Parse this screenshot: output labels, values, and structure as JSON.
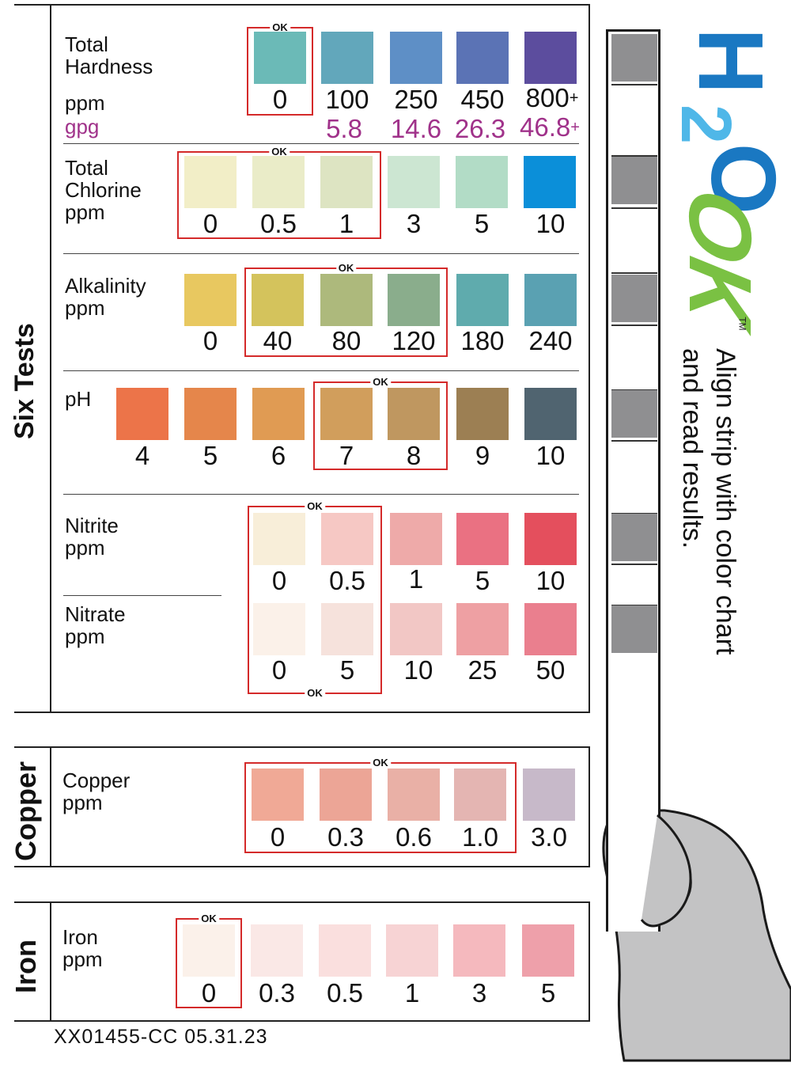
{
  "sections": {
    "six_tests": "Six Tests",
    "copper": "Copper",
    "iron": "Iron"
  },
  "ok_label": "OK",
  "tests": {
    "hardness": {
      "name": "Total\nHardness",
      "unit": "ppm",
      "unit2": "gpg",
      "swatches": [
        "#6bbab7",
        "#62a7bb",
        "#5e8fc6",
        "#5b73b5",
        "#5c4d9e"
      ],
      "values": [
        "0",
        "100",
        "250",
        "450",
        "800+"
      ],
      "values2": [
        "",
        "5.8",
        "14.6",
        "26.3",
        "46.8+"
      ]
    },
    "chlorine": {
      "name": "Total\nChlorine\nppm",
      "swatches": [
        "#f2eec7",
        "#eaecc8",
        "#dde4c2",
        "#cce6d2",
        "#b2dcc6",
        "#0b8fd9"
      ],
      "values": [
        "0",
        "0.5",
        "1",
        "3",
        "5",
        "10"
      ]
    },
    "alkalinity": {
      "name": "Alkalinity\nppm",
      "swatches": [
        "#e8c860",
        "#d4c35c",
        "#adb97c",
        "#8aad8c",
        "#5fabad",
        "#5aa1b2"
      ],
      "values": [
        "0",
        "40",
        "80",
        "120",
        "180",
        "240"
      ]
    },
    "ph": {
      "name": "pH",
      "swatches": [
        "#ec7449",
        "#e5864b",
        "#e09b53",
        "#d19e5c",
        "#bf9760",
        "#9c7f53",
        "#506470"
      ],
      "values": [
        "4",
        "5",
        "6",
        "7",
        "8",
        "9",
        "10"
      ]
    },
    "nitrite": {
      "name": "Nitrite\nppm",
      "swatches": [
        "#f8eed9",
        "#f6c8c4",
        "#eeaaa9",
        "#ea7182",
        "#e44f5d"
      ],
      "values": [
        "0",
        "0.5",
        "1",
        "5",
        "10"
      ]
    },
    "nitrate": {
      "name": "Nitrate\nppm",
      "swatches": [
        "#fbf1e9",
        "#f6e2dc",
        "#f2c7c5",
        "#eea0a3",
        "#ea7f8e"
      ],
      "values": [
        "0",
        "5",
        "10",
        "25",
        "50"
      ]
    },
    "copper": {
      "name": "Copper\nppm",
      "swatches": [
        "#f0a996",
        "#eca596",
        "#e9b0a6",
        "#e4b5b2",
        "#c7b9c9"
      ],
      "values": [
        "0",
        "0.3",
        "0.6",
        "1.0",
        "3.0"
      ]
    },
    "iron": {
      "name": "Iron\nppm",
      "swatches": [
        "#fbf1ea",
        "#fae8e6",
        "#fadfde",
        "#f7d3d4",
        "#f5b9be",
        "#eea0aa"
      ],
      "values": [
        "0",
        "0.3",
        "0.5",
        "1",
        "3",
        "5"
      ]
    }
  },
  "brand": {
    "h": "H",
    "two": "2",
    "o": "O",
    "ok": "OK",
    "tm": "TM",
    "h_color": "#1a78c2",
    "two_color": "#4fb7e8",
    "ok_color": "#7ac143"
  },
  "instructions": "Align strip with color chart\nand read results.",
  "strip": {
    "pads": [
      "#8f8f91",
      "#ffffff",
      "#8f8f91",
      "#ffffff",
      "#8f8f91",
      "#ffffff",
      "#8f8f91",
      "#ffffff",
      "#8f8f91",
      "#ffffff",
      "#8f8f91"
    ],
    "hand_color": "#c3c3c4"
  },
  "footer": "XX01455-CC  05.31.23"
}
